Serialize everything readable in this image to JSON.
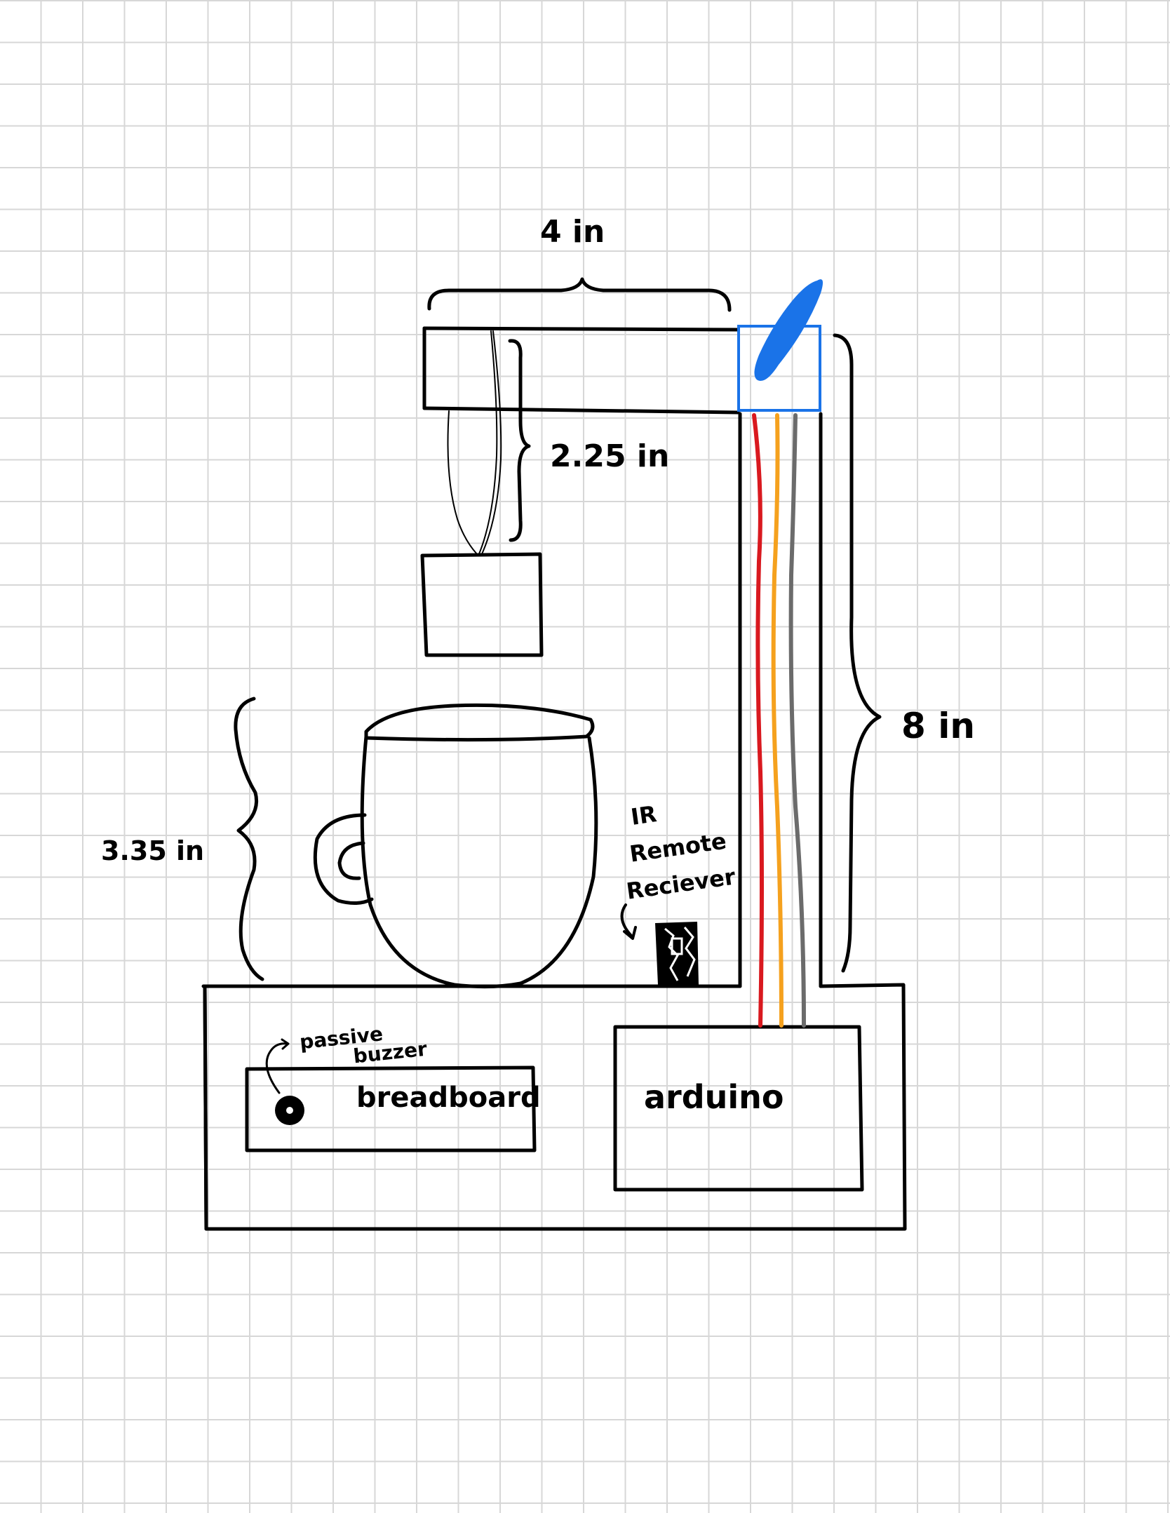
{
  "labels": {
    "top_width": "4 in",
    "arm_drop": "2.25 in",
    "column_height": "8 in",
    "cup_height": "3.35 in",
    "ir_line1": "IR",
    "ir_line2": "Remote",
    "ir_line3": "Reciever",
    "buzzer_line1": "passive",
    "buzzer_line2": "buzzer",
    "breadboard": "breadboard",
    "arduino": "arduino"
  },
  "colors": {
    "ink": "#000000",
    "fan": "#1a73e8",
    "wire_red": "#d9191f",
    "wire_orange": "#f5a11e",
    "wire_gray": "#6b6b6b",
    "grid": "#d7d7d7"
  }
}
